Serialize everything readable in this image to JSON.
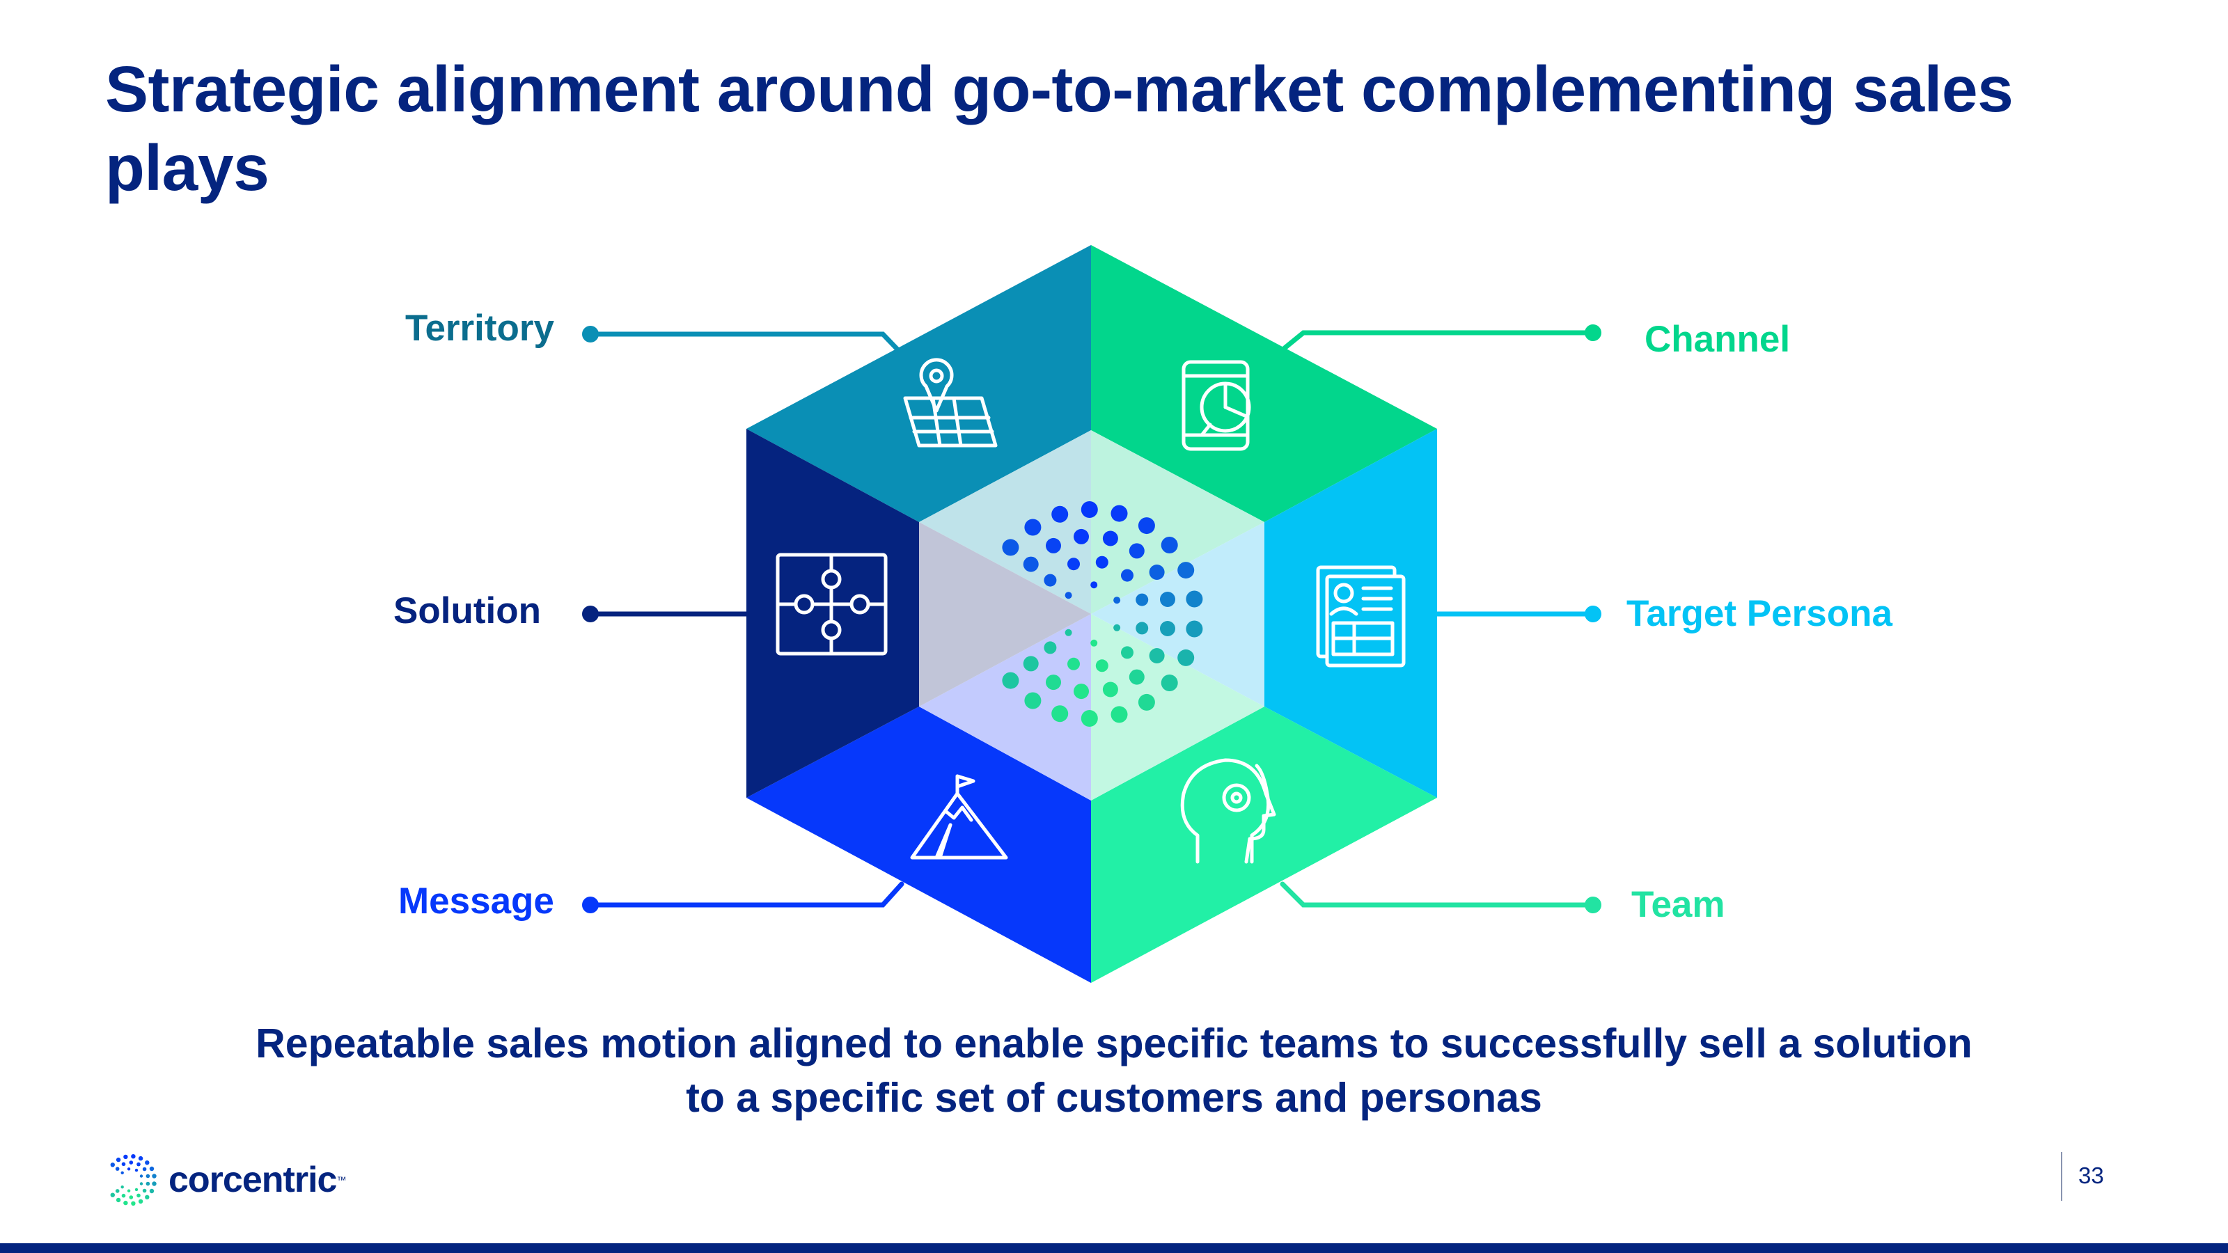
{
  "slide": {
    "title": "Strategic alignment around go-to-market complementing sales plays",
    "caption_line1": "Repeatable sales motion aligned to enable specific teams to successfully sell a solution",
    "caption_line2": "to a specific set of customers and personas",
    "page_number": "33"
  },
  "logo": {
    "text": "corcentric"
  },
  "diagram": {
    "segments": [
      {
        "label": "Territory",
        "color": "#0a8fb5",
        "icon": "map-pin-icon"
      },
      {
        "label": "Channel",
        "color": "#02d68c",
        "icon": "mobile-chart-icon"
      },
      {
        "label": "Target Persona",
        "color": "#03c3f5",
        "icon": "profile-document-icon"
      },
      {
        "label": "Team",
        "color": "#22f0a6",
        "icon": "head-gear-icon"
      },
      {
        "label": "Message",
        "color": "#0638fb",
        "icon": "mountain-flag-icon"
      },
      {
        "label": "Solution",
        "color": "#05237f",
        "icon": "puzzle-icon"
      }
    ],
    "label_colors": {
      "Territory": "#0b6d8e",
      "Channel": "#02d68c",
      "Target Persona": "#03c3f5",
      "Team": "#22e3a2",
      "Message": "#0638fb",
      "Solution": "#05237f"
    }
  }
}
